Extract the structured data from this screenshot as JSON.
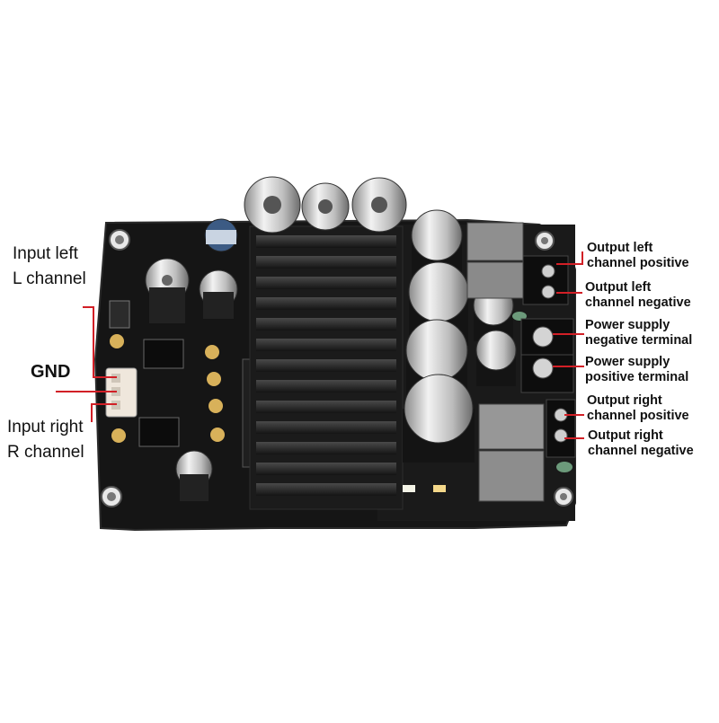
{
  "labels": {
    "input_left_line1": "Input left",
    "input_left_line2": "L channel",
    "gnd": "GND",
    "input_right_line1": "Input right",
    "input_right_line2": "R channel",
    "out_left_pos_line1": "Output left",
    "out_left_pos_line2": "channel positive",
    "out_left_neg_line1": "Output left",
    "out_left_neg_line2": "channel negative",
    "ps_neg_line1": "Power supply",
    "ps_neg_line2": "negative terminal",
    "ps_pos_line1": "Power supply",
    "ps_pos_line2": "positive terminal",
    "out_right_pos_line1": "Output right",
    "out_right_pos_line2": "channel positive",
    "out_right_neg_line1": "Output right",
    "out_right_neg_line2": "channel negative"
  },
  "colors": {
    "pcb": "#141414",
    "heatsink": "#1c1c1c",
    "fin": "#3a3a3a",
    "leader": "#d21f26",
    "capacitor": "#d8d8d8",
    "inductor": "#9a9a9a",
    "label_text": "#111111"
  }
}
